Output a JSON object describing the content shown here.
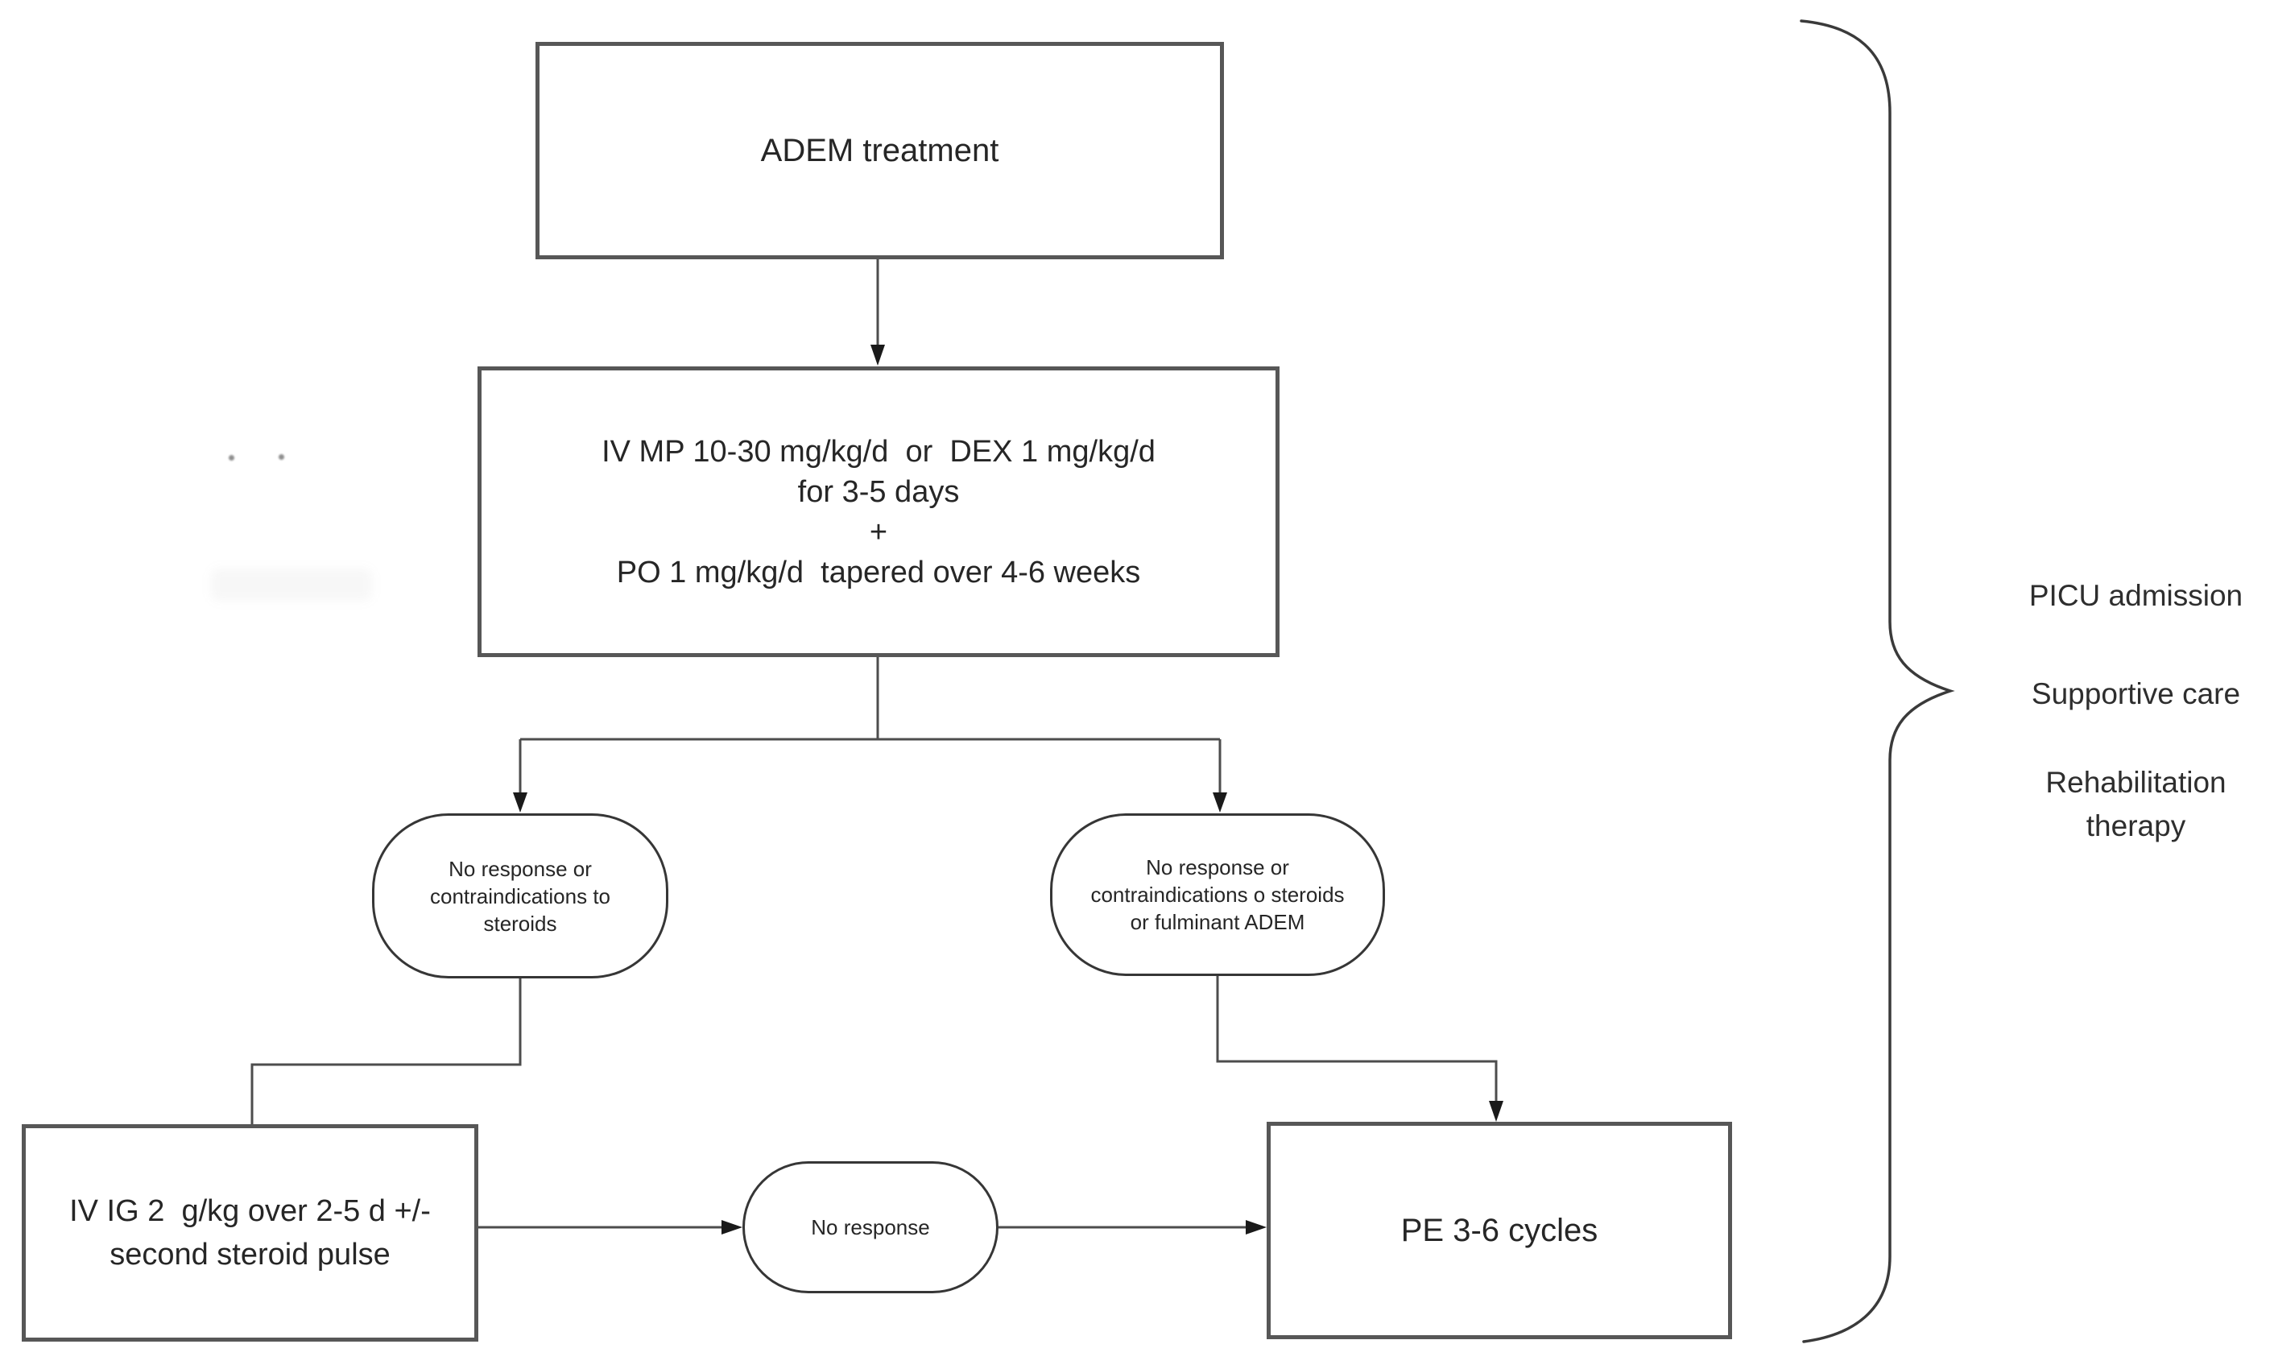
{
  "diagram_type": "flowchart",
  "colors": {
    "background": "#ffffff",
    "box_border": "#575757",
    "stadium_border": "#363636",
    "connector_line": "#4d4d4d",
    "arrowhead": "#1a1a1a",
    "text": "#262626"
  },
  "nodes": {
    "root": {
      "lines": [
        "ADEM treatment"
      ]
    },
    "steroid_pulse": {
      "lines": [
        "IV MP 10-30 mg/kg/d  or  DEX 1 mg/kg/d",
        "for 3-5 days",
        "+",
        "PO 1 mg/kg/d  tapered over 4-6 weeks"
      ]
    },
    "left_condition": {
      "lines": [
        "No response or",
        "contraindications to",
        "steroids"
      ]
    },
    "right_condition": {
      "lines": [
        "No response or",
        "contraindications o steroids",
        "or fulminant ADEM"
      ]
    },
    "ivig": {
      "lines": [
        "IV IG 2  g/kg over 2-5 d +/-",
        "second steroid pulse"
      ]
    },
    "no_response": {
      "lines": [
        "No response"
      ]
    },
    "plasma_exchange": {
      "lines": [
        "PE 3-6 cycles"
      ]
    }
  },
  "side_labels": {
    "lines": [
      "PICU admission",
      "Supportive care",
      "Rehabilitation",
      "therapy"
    ]
  }
}
